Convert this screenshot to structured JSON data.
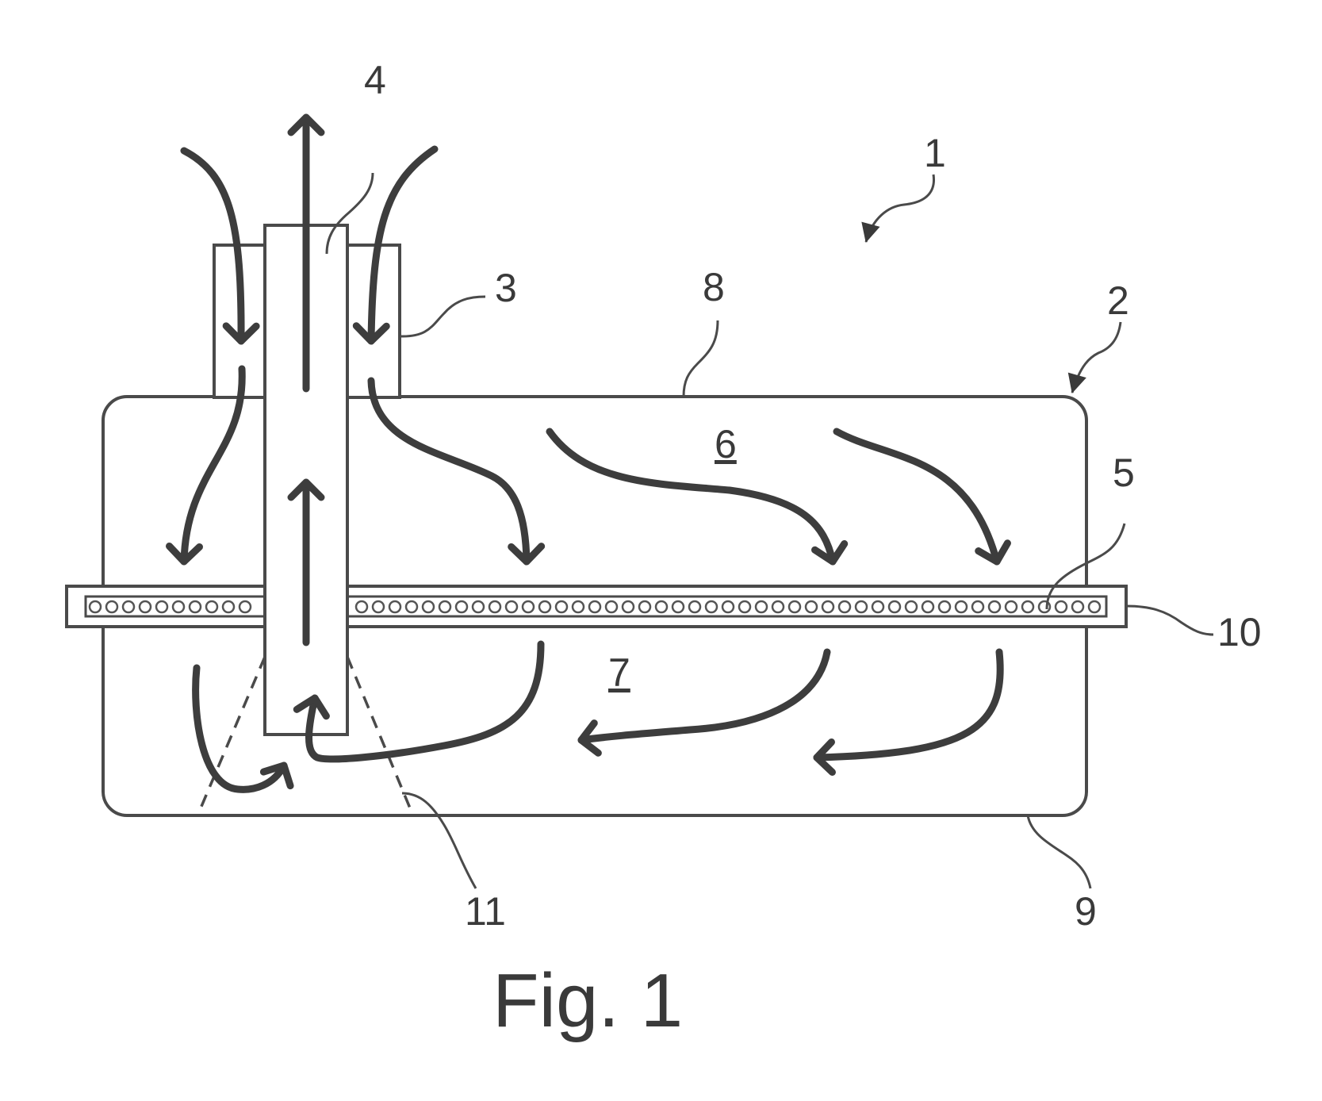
{
  "labels": {
    "device": "1",
    "housing": "2",
    "inlet": "3",
    "outlet": "4",
    "filter": "5",
    "upper_chamber": "6",
    "lower_chamber": "7",
    "top_wall": "8",
    "bottom_wall": "9",
    "filter_frame": "10",
    "cone": "11"
  },
  "caption": "Fig. 1",
  "colors": {
    "line": "#4a4a4a",
    "arrow": "#3d3d3d",
    "text": "#3a3a3a",
    "background": "#ffffff"
  }
}
